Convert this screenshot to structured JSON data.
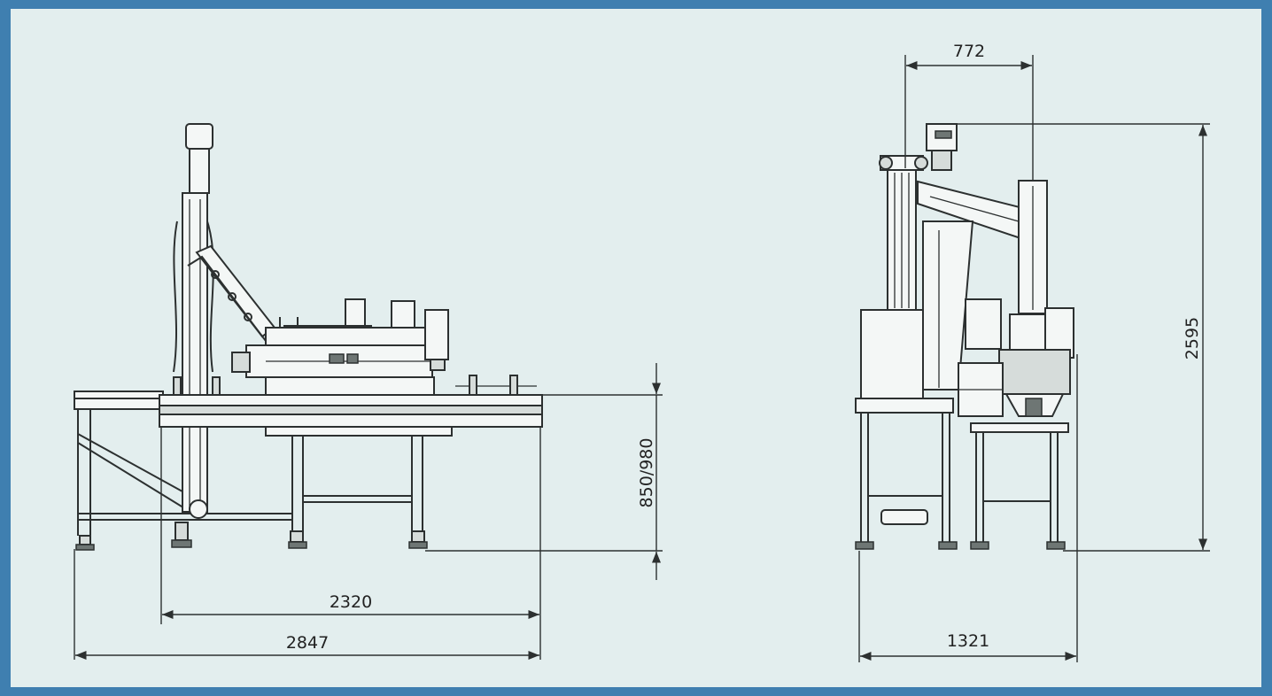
{
  "dimensions": {
    "front_inner_width": "2320",
    "front_total_width": "2847",
    "table_height": "850/980",
    "side_top_width": "772",
    "side_total_height": "2595",
    "side_total_width": "1321"
  },
  "colors": {
    "frame_border": "#3f7fb0",
    "paper": "#e3eeee",
    "line": "#2c3030"
  }
}
